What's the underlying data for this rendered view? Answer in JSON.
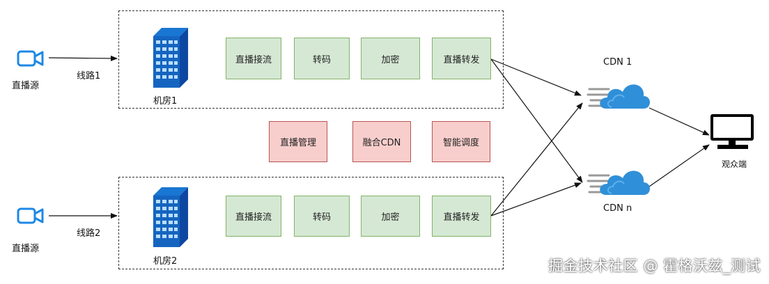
{
  "sources": [
    {
      "label": "直播源",
      "line": "线路1"
    },
    {
      "label": "直播源",
      "line": "线路2"
    }
  ],
  "rooms": [
    {
      "label": "机房1",
      "steps": [
        "直播接流",
        "转码",
        "加密",
        "直播转发"
      ]
    },
    {
      "label": "机房2",
      "steps": [
        "直播接流",
        "转码",
        "加密",
        "直播转发"
      ]
    }
  ],
  "management": [
    "直播管理",
    "融合CDN",
    "智能调度"
  ],
  "cdns": [
    {
      "label": "CDN 1"
    },
    {
      "label": "CDN n"
    }
  ],
  "viewer": {
    "label": "观众端"
  },
  "watermark": "掘金技术社区 @ 霍格沃兹_测试",
  "colors": {
    "step_fill": "#d5e8d4",
    "step_border": "#82b366",
    "mgmt_fill": "#f8cecc",
    "mgmt_border": "#b85450",
    "camera": "#1e88e5",
    "building": "#1565c0",
    "cloud": "#2f8fd8"
  }
}
